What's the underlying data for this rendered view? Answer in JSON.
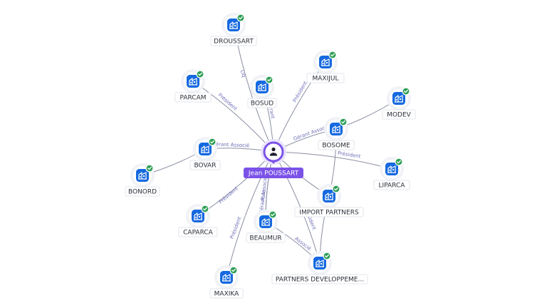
{
  "center": {
    "label": "Jean POUSSART",
    "icon": "person-icon"
  },
  "company_icon": "building-icon",
  "verified_icon": "check-badge-icon",
  "companies": [
    {
      "id": "droussart",
      "label": "DROUSSART"
    },
    {
      "id": "maxijul",
      "label": "MAXIJUL"
    },
    {
      "id": "parcam",
      "label": "PARCAM"
    },
    {
      "id": "bosud",
      "label": "BOSUD"
    },
    {
      "id": "modev",
      "label": "MODEV"
    },
    {
      "id": "bosome",
      "label": "BOSOME"
    },
    {
      "id": "bovar",
      "label": "BOVAR"
    },
    {
      "id": "liparca",
      "label": "LIPARCA"
    },
    {
      "id": "bonord",
      "label": "BONORD"
    },
    {
      "id": "import-partners",
      "label": "IMPORT PARTNERS"
    },
    {
      "id": "caparca",
      "label": "CAPARCA"
    },
    {
      "id": "beaumur",
      "label": "BEAUMUR"
    },
    {
      "id": "partners-dev",
      "label": "PARTNERS DEVELOPPEME..."
    },
    {
      "id": "maxika",
      "label": "MAXIKA"
    }
  ],
  "roles": [
    {
      "from": "center",
      "to": "droussart",
      "label": "Liq"
    },
    {
      "from": "center",
      "to": "bosud",
      "label": "Gérant"
    },
    {
      "from": "center",
      "to": "maxijul",
      "label": "Président"
    },
    {
      "from": "center",
      "to": "parcam",
      "label": "Président"
    },
    {
      "from": "center",
      "to": "bosome",
      "label": "Gérant Associé"
    },
    {
      "from": "center",
      "to": "bovar",
      "label": "Gérant Associé"
    },
    {
      "from": "center",
      "to": "liparca",
      "label": "Président"
    },
    {
      "from": "center",
      "to": "import-partners",
      "label": ""
    },
    {
      "from": "center",
      "to": "caparca",
      "label": "Président"
    },
    {
      "from": "center",
      "to": "beaumur",
      "label": "Gérant Associé"
    },
    {
      "from": "center",
      "to": "partners-dev",
      "label": "Président"
    },
    {
      "from": "center",
      "to": "maxika",
      "label": "Président"
    },
    {
      "from": "beaumur",
      "to": "partners-dev",
      "label": "Associé"
    },
    {
      "from": "bosome",
      "to": "modev",
      "label": ""
    },
    {
      "from": "bovar",
      "to": "bonord",
      "label": ""
    },
    {
      "from": "import-partners",
      "to": "partners-dev",
      "label": ""
    },
    {
      "from": "bosome",
      "to": "import-partners",
      "label": ""
    },
    {
      "from": "center",
      "to": "beaumur",
      "label": "Asso"
    }
  ],
  "colors": {
    "accent": "#7b52e8",
    "company_icon": "#1669e0",
    "verified": "#2e9f55",
    "edge": "#8a8fa3",
    "edge_label": "#6f6fb8"
  }
}
